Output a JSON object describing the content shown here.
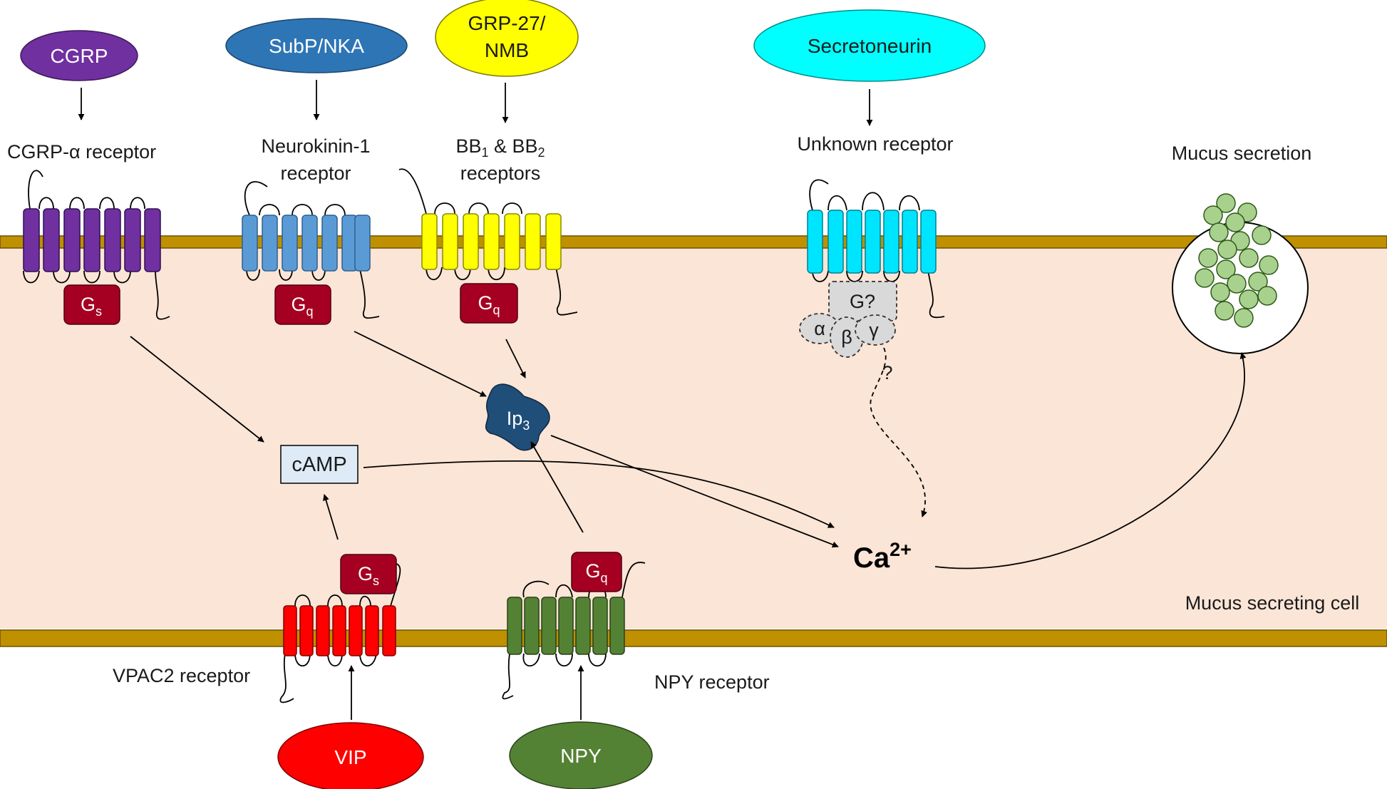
{
  "ligands": {
    "cgrp": "CGRP",
    "subp": "SubP/NKA",
    "grp_line1": "GRP-27/",
    "grp_line2": "NMB",
    "secretoneurin": "Secretoneurin",
    "vip": "VIP",
    "npy": "NPY"
  },
  "receptors": {
    "cgrp": "CGRP-α receptor",
    "nk1_line1": "Neurokinin-1",
    "nk1_line2": "receptor",
    "bb_line1_a": "BB",
    "bb_line1_sub1": "1",
    "bb_line1_b": " & BB",
    "bb_line1_sub2": "2",
    "bb_line2": "receptors",
    "unknown": "Unknown receptor",
    "vpac2": "VPAC2 receptor",
    "npy": "NPY receptor"
  },
  "gproteins": {
    "gs_main": "G",
    "gs_sub": "s",
    "gq_main": "G",
    "gq_sub": "q",
    "unknown": "G?",
    "alpha": "α",
    "beta": "β",
    "gamma": "γ"
  },
  "messengers": {
    "camp": "cAMP",
    "ip3_main": "Ip",
    "ip3_sub": "3",
    "ca_main": "Ca",
    "ca_sup": "2+",
    "question": "?"
  },
  "labels": {
    "mucus_secretion": "Mucus secretion",
    "cell": "Mucus secreting cell"
  },
  "colors": {
    "cell": "#fbe5d6",
    "membrane": "#bf9000",
    "cgrp": "#7030a0",
    "subp": "#2e75b6",
    "nk1": "#5b9bd5",
    "grp": "#ffff00",
    "secretoneurin": "#00ffff",
    "vip": "#ff0000",
    "npy": "#548235",
    "gprotein": "#a50021",
    "camp_box": "#deebf7",
    "ip3": "#1f4e79",
    "vesicle": "#a9d18e"
  }
}
